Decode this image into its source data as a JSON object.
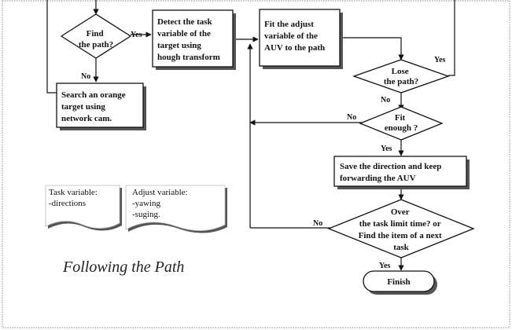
{
  "boxes": {
    "detect": [
      "Detect the task",
      "variable of the",
      "target using",
      "hough transform"
    ],
    "fit_adjust": [
      "Fit the adjust",
      "variable of the",
      "AUV to the path"
    ],
    "search": [
      "Search an orange",
      "target using",
      "network cam."
    ],
    "save": [
      "Save the direction and keep",
      "forwarding the AUV"
    ],
    "finish": "Finish"
  },
  "decisions": {
    "find_path": [
      "Find",
      "the path?"
    ],
    "lose_path": [
      "Lose",
      "the path?"
    ],
    "fit_enough": [
      "Fit",
      "enough ?"
    ],
    "over": [
      "Over",
      "the task limit time? or",
      "Find the item of a next",
      "task"
    ]
  },
  "edge_labels": {
    "find_yes": "Yes",
    "find_no": "No",
    "lose_yes": "Yes",
    "lose_no": "No",
    "fit_no": "No",
    "fit_yes": "Yes",
    "over_no": "No",
    "over_yes": "Yes"
  },
  "notes": {
    "task_variable": [
      "Task variable:",
      "-directions"
    ],
    "adjust_variable": [
      "Adjust variable:",
      "-yawing",
      "-suging."
    ]
  },
  "title": "Following the Path"
}
